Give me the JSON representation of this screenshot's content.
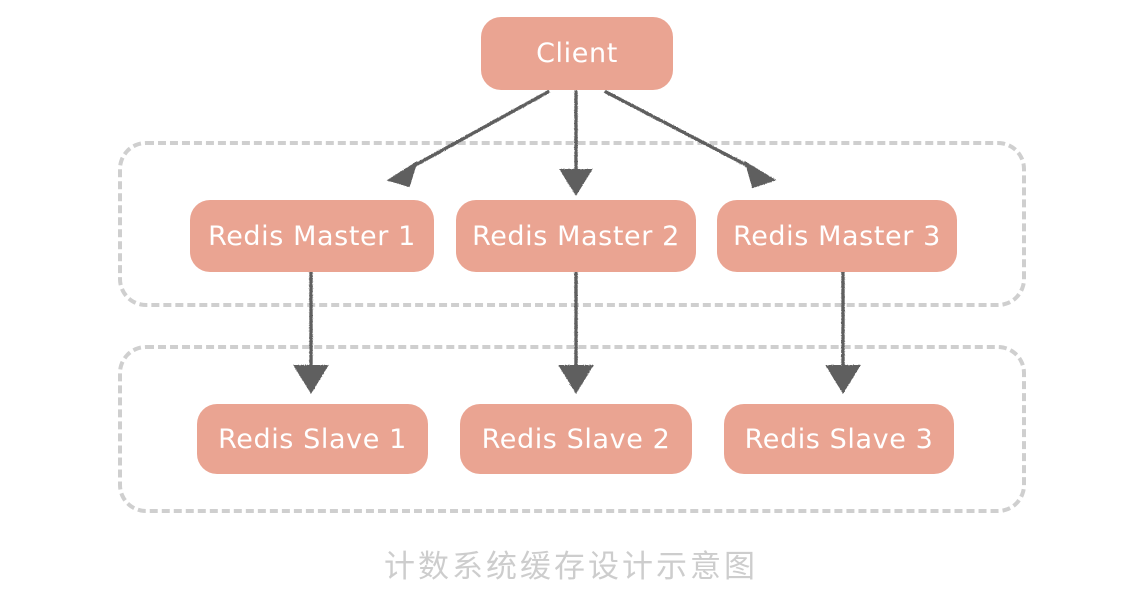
{
  "diagram": {
    "title_caption": "计数系统缓存设计示意图",
    "background_color": "#ffffff",
    "node_color": "#eaa492",
    "node_text_color": "#ffffff",
    "group_border_color": "#cfcfcf",
    "arrow_color": "#5f5f5f",
    "caption_color": "#cdcdcd",
    "client": {
      "label": "Client"
    },
    "masters_group": {
      "name": "redis-master-group",
      "nodes": [
        {
          "label": "Redis Master 1"
        },
        {
          "label": "Redis Master 2"
        },
        {
          "label": "Redis Master 3"
        }
      ]
    },
    "slaves_group": {
      "name": "redis-slave-group",
      "nodes": [
        {
          "label": "Redis Slave 1"
        },
        {
          "label": "Redis Slave 2"
        },
        {
          "label": "Redis Slave 3"
        }
      ]
    },
    "connections": [
      {
        "from": "Client",
        "to": "Redis Master 1",
        "style": "arrow"
      },
      {
        "from": "Client",
        "to": "Redis Master 2",
        "style": "arrow"
      },
      {
        "from": "Client",
        "to": "Redis Master 3",
        "style": "arrow"
      },
      {
        "from": "Redis Master 1",
        "to": "Redis Slave 1",
        "style": "arrow"
      },
      {
        "from": "Redis Master 2",
        "to": "Redis Slave 2",
        "style": "arrow"
      },
      {
        "from": "Redis Master 3",
        "to": "Redis Slave 3",
        "style": "arrow"
      }
    ]
  }
}
